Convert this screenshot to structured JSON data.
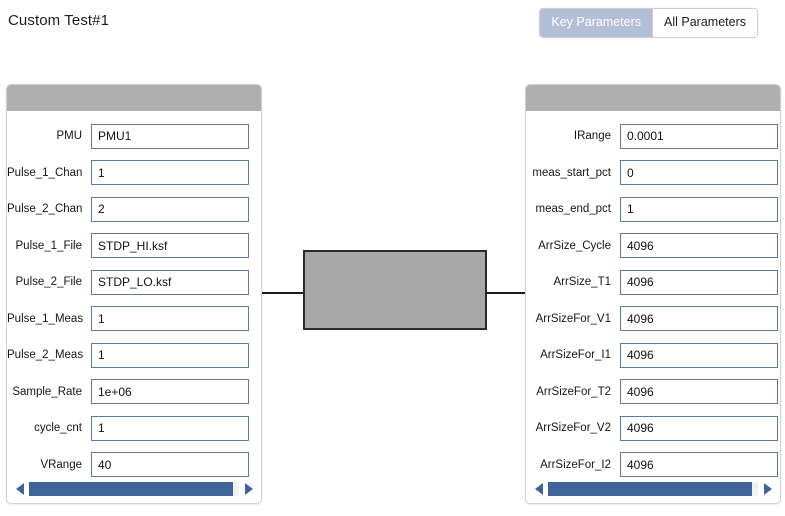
{
  "header": {
    "title": "Custom Test#1",
    "toggle": {
      "options": [
        {
          "label": "Key Parameters",
          "selected": true
        },
        {
          "label": "All Parameters",
          "selected": false
        }
      ]
    }
  },
  "colors": {
    "accent_selected": "#b3bfd6",
    "panel_header": "#afafaf",
    "input_border": "#5b7aa7",
    "scrollbar": "#41639b",
    "device_fill": "#a8a8a8",
    "device_stroke": "#2b2b2b"
  },
  "left_panel": {
    "scrollbar": {
      "left_arrow": "scroll-left-arrow",
      "right_arrow": "scroll-right-arrow"
    },
    "params": [
      {
        "label": "PMU",
        "value": "PMU1"
      },
      {
        "label": "Pulse_1_Chan",
        "value": "1"
      },
      {
        "label": "Pulse_2_Chan",
        "value": "2"
      },
      {
        "label": "Pulse_1_File",
        "value": "STDP_HI.ksf"
      },
      {
        "label": "Pulse_2_File",
        "value": "STDP_LO.ksf"
      },
      {
        "label": "Pulse_1_Meas",
        "value": "1"
      },
      {
        "label": "Pulse_2_Meas",
        "value": "1"
      },
      {
        "label": "Sample_Rate",
        "value": "1e+06"
      },
      {
        "label": "cycle_cnt",
        "value": "1"
      },
      {
        "label": "VRange",
        "value": "40"
      }
    ]
  },
  "right_panel": {
    "scrollbar": {
      "left_arrow": "scroll-left-arrow",
      "right_arrow": "scroll-right-arrow"
    },
    "params": [
      {
        "label": "IRange",
        "value": "0.0001"
      },
      {
        "label": "meas_start_pct",
        "value": "0"
      },
      {
        "label": "meas_end_pct",
        "value": "1"
      },
      {
        "label": "ArrSize_Cycle",
        "value": "4096"
      },
      {
        "label": "ArrSize_T1",
        "value": "4096"
      },
      {
        "label": "ArrSizeFor_V1",
        "value": "4096"
      },
      {
        "label": "ArrSizeFor_I1",
        "value": "4096"
      },
      {
        "label": "ArrSizeFor_T2",
        "value": "4096"
      },
      {
        "label": "ArrSizeFor_V2",
        "value": "4096"
      },
      {
        "label": "ArrSizeFor_I2",
        "value": "4096"
      }
    ]
  },
  "device_diagram": {
    "name": "device-under-test",
    "left_lead": "terminal-lead-left",
    "right_lead": "terminal-lead-right"
  }
}
